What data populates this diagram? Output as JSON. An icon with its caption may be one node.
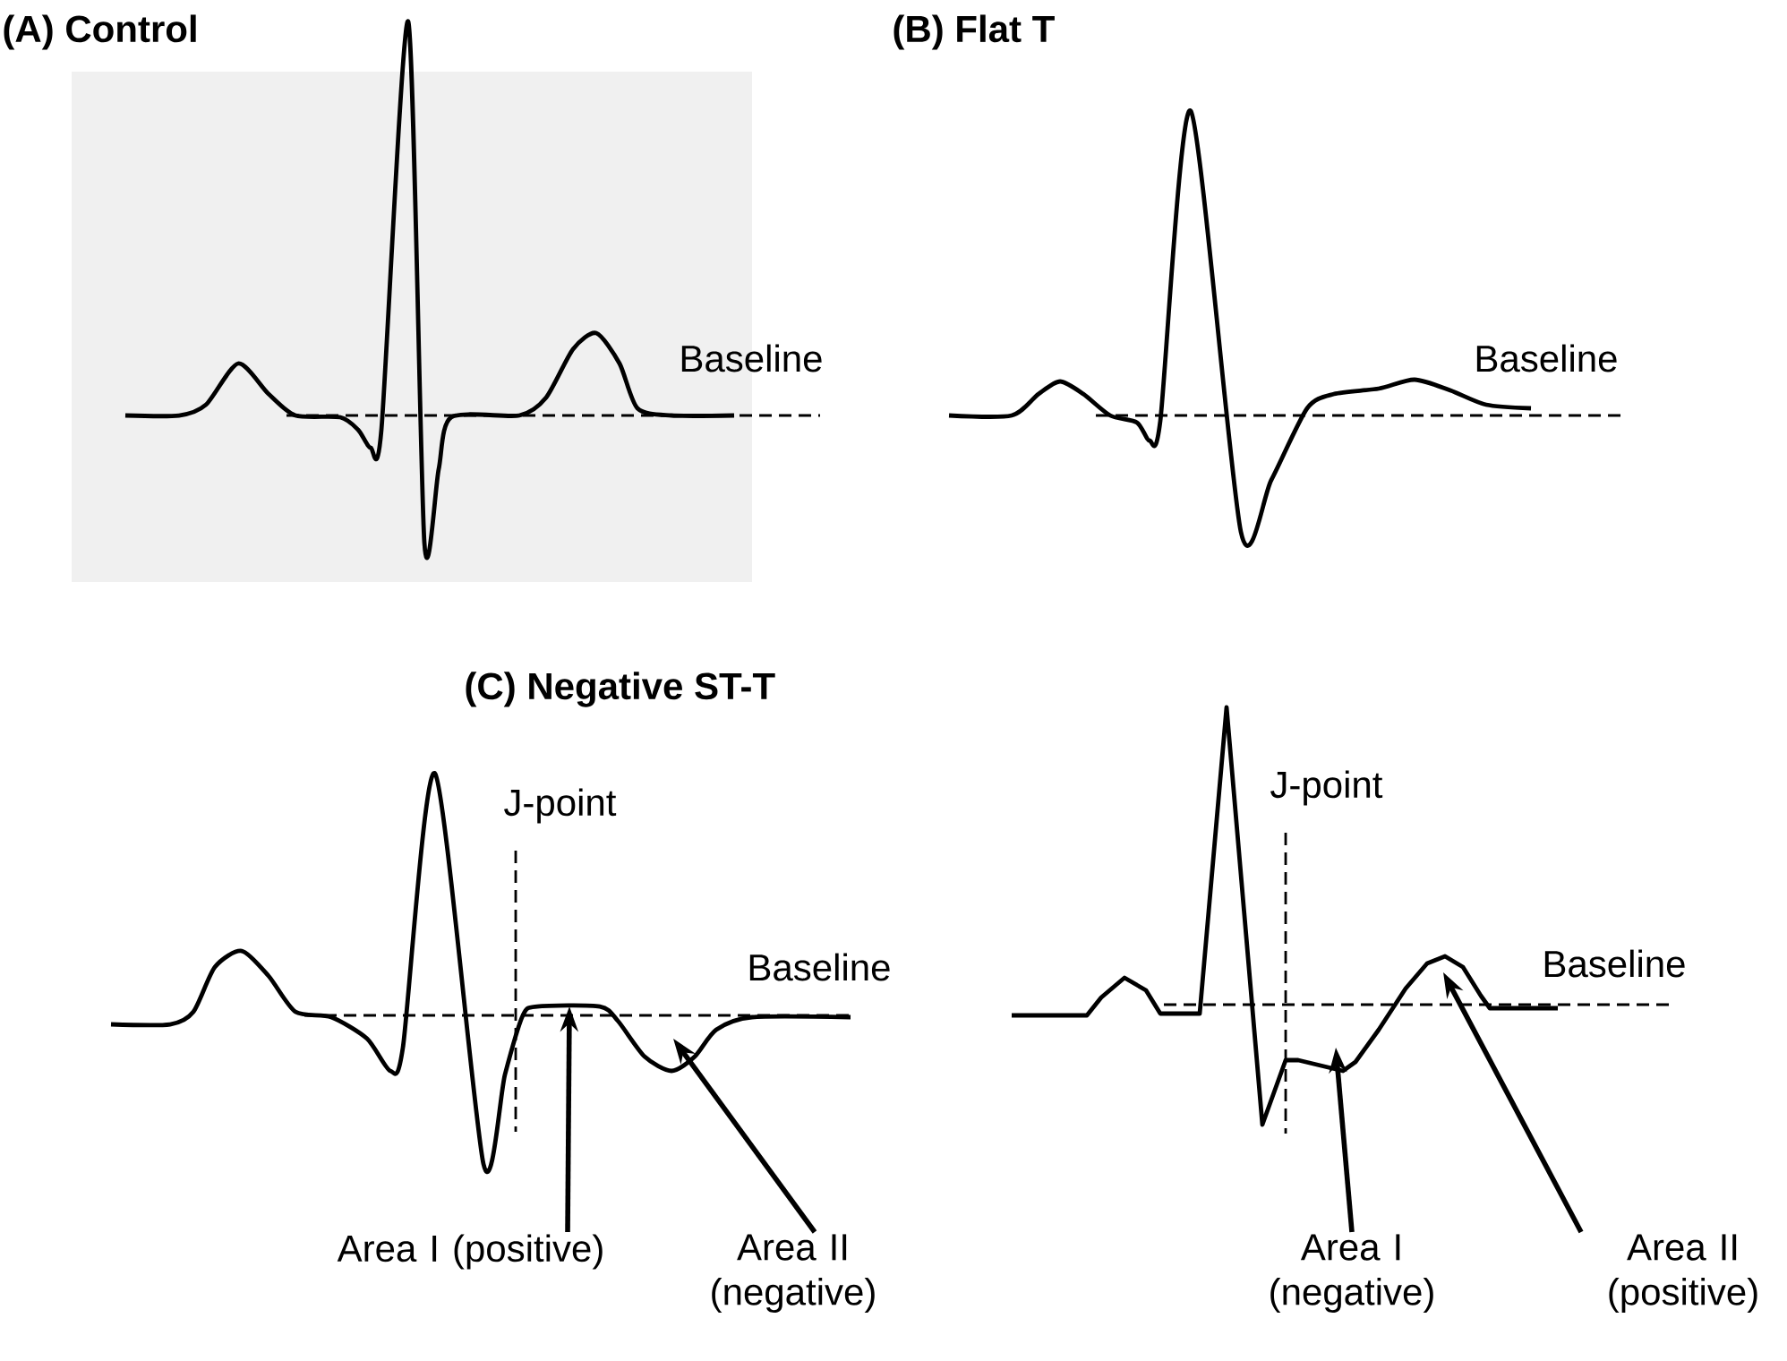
{
  "diagram": {
    "nodes": [
      {
        "text": [
          "Area I (positive)"
        ]
      },
      {
        "text": [
          "Area II (negative)"
        ]
      },
      {
        "text": [
          "Area I (negative)"
        ]
      },
      {
        "text": [
          "Area II (positive)"
        ]
      }
    ],
    "edges": [
      {
        "from": 0,
        "to": null,
        "arrow": "to"
      },
      {
        "from": 1,
        "to": null,
        "arrow": "to"
      },
      {
        "from": 2,
        "to": null,
        "arrow": "to"
      },
      {
        "from": 3,
        "to": null,
        "arrow": "to"
      }
    ],
    "labels": [
      "(A) Control",
      "(B) Flat T",
      "Baseline",
      "Baseline",
      "(C) Negative ST-T",
      "J-point",
      "Baseline",
      "J-point",
      "Baseline"
    ]
  }
}
